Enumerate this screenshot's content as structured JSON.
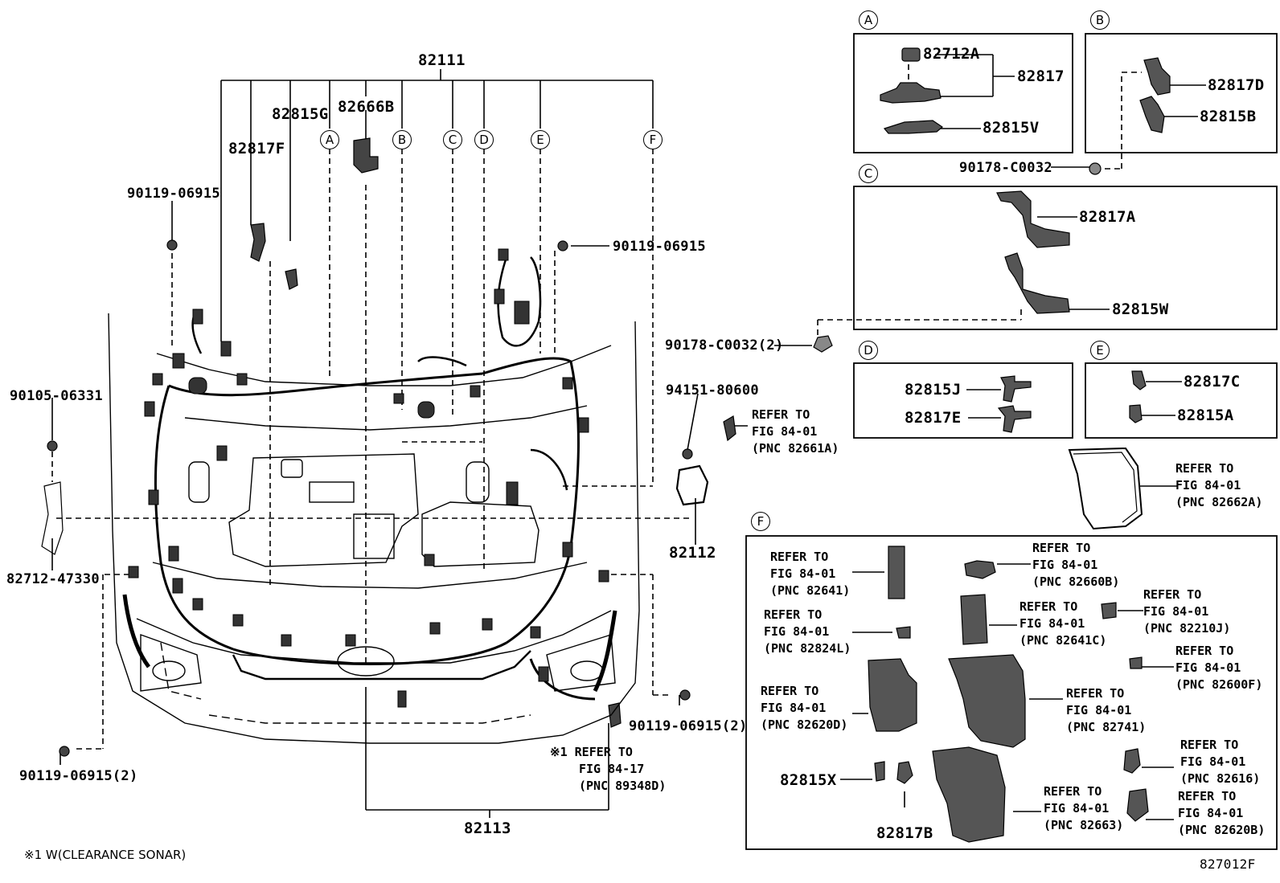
{
  "figure_code": "827012F",
  "footnote": "※1 W(CLEARANCE SONAR)",
  "main": {
    "harness_top": "82111",
    "harness_bottom": "82113",
    "harness_right": "82112",
    "part_82815G": "82815G",
    "part_82666B": "82666B",
    "part_82817F": "82817F",
    "bolt_top_left": "90119-06915",
    "bolt_top_right": "90119-06915",
    "bolt_left": "90105-06331",
    "bracket_left": "82712-47330",
    "bolt_bottom_left": "90119-06915(2)",
    "bolt_bottom_right": "90119-06915(2)",
    "clip_right": "90178-C0032(2)",
    "grommet_right": "94151-80600",
    "ref_right_1": "REFER TO",
    "ref_right_2": "FIG 84-01",
    "ref_right_3": "(PNC 82661A)",
    "sonar_ref_1": "※1 REFER TO",
    "sonar_ref_2": "FIG 84-17",
    "sonar_ref_3": "(PNC 89348D)",
    "callouts": [
      "A",
      "B",
      "C",
      "D",
      "E",
      "F"
    ]
  },
  "panels": {
    "A": {
      "letter": "A",
      "p1": "82712A",
      "p2": "82817",
      "p3": "82815V"
    },
    "B": {
      "letter": "B",
      "p1": "82817D",
      "p2": "82815B",
      "clip": "90178-C0032"
    },
    "C": {
      "letter": "C",
      "p1": "82817A",
      "p2": "82815W"
    },
    "D": {
      "letter": "D",
      "p1": "82815J",
      "p2": "82817E"
    },
    "E": {
      "letter": "E",
      "p1": "82817C",
      "p2": "82815A"
    },
    "relay_ref": {
      "l1": "REFER TO",
      "l2": "FIG 84-01",
      "l3": "(PNC 82662A)"
    },
    "F": {
      "letter": "F",
      "r1": {
        "l1": "REFER TO",
        "l2": "FIG 84-01",
        "l3": "(PNC 82641)"
      },
      "r2": {
        "l1": "REFER TO",
        "l2": "FIG 84-01",
        "l3": "(PNC 82660B)"
      },
      "r3": {
        "l1": "REFER TO",
        "l2": "FIG 84-01",
        "l3": "(PNC 82210J)"
      },
      "r4": {
        "l1": "REFER TO",
        "l2": "FIG 84-01",
        "l3": "(PNC 82824L)"
      },
      "r5": {
        "l1": "REFER TO",
        "l2": "FIG 84-01",
        "l3": "(PNC 82641C)"
      },
      "r6": {
        "l1": "REFER TO",
        "l2": "FIG 84-01",
        "l3": "(PNC 82600F)"
      },
      "r7": {
        "l1": "REFER TO",
        "l2": "FIG 84-01",
        "l3": "(PNC 82620D)"
      },
      "r8": {
        "l1": "REFER TO",
        "l2": "FIG 84-01",
        "l3": "(PNC 82741)"
      },
      "r9": {
        "l1": "REFER TO",
        "l2": "FIG 84-01",
        "l3": "(PNC 82616)"
      },
      "r10": {
        "l1": "REFER TO",
        "l2": "FIG 84-01",
        "l3": "(PNC 82663)"
      },
      "r11": {
        "l1": "REFER TO",
        "l2": "FIG 84-01",
        "l3": "(PNC 82620B)"
      },
      "p1": "82815X",
      "p2": "82817B"
    }
  }
}
